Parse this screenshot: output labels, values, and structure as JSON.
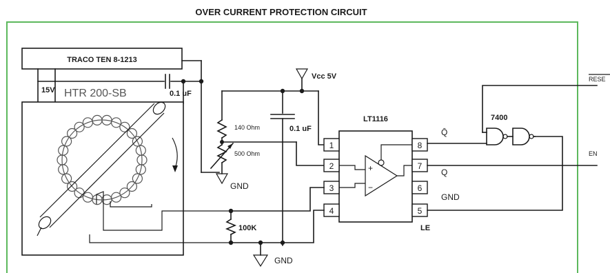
{
  "title": "OVER CURRENT PROTECTION CIRCUIT",
  "power_supply": {
    "label": "TRACO  TEN 8-1213",
    "output_label": "15V"
  },
  "sensor": {
    "label": "HTR 200-SB"
  },
  "capacitors": {
    "c1_label": "0.1 uF",
    "c2_label": "0.1 uF"
  },
  "supply": {
    "vcc_label": "Vcc 5V"
  },
  "pot": {
    "r_top_label": "140 Ohm",
    "r_pot_label": "500 Ohm"
  },
  "ground": {
    "gnd1_label": "GND",
    "gnd2_label": "GND"
  },
  "resistor": {
    "label": "100K"
  },
  "comparator": {
    "label": "LT1116",
    "pins_left": [
      "1",
      "2",
      "3",
      "4"
    ],
    "pins_right": [
      "8",
      "7",
      "6",
      "5"
    ],
    "signal_labels": {
      "pin8": "Q̄",
      "pin7": "Q",
      "pin6": "GND",
      "pin5": "LE"
    }
  },
  "gate": {
    "label": "7400"
  },
  "outputs": {
    "reset_label": "RESE",
    "en_label": "EN"
  }
}
